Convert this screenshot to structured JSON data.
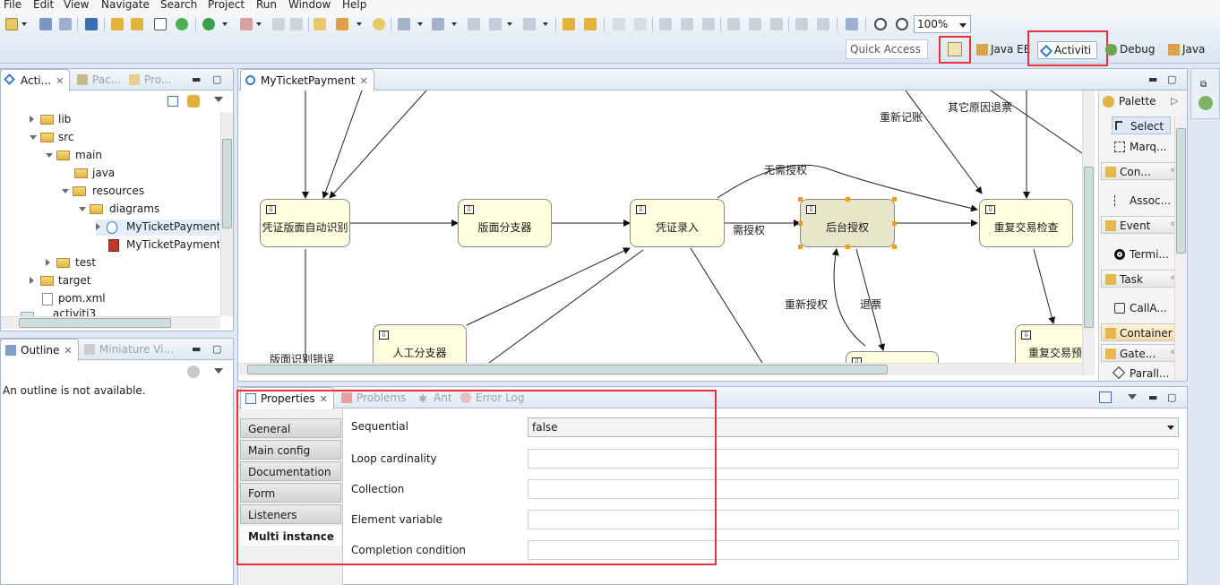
{
  "menu": [
    "File",
    "Edit",
    "View",
    "Navigate",
    "Search",
    "Project",
    "Run",
    "Window",
    "Help"
  ],
  "toolbar": {
    "zoom": "100%"
  },
  "quick_access": "Quick Access",
  "perspectives": [
    {
      "label": "Java EE",
      "icon": "java-ee-icon"
    },
    {
      "label": "Activiti",
      "icon": "activiti-icon"
    },
    {
      "label": "Debug",
      "icon": "debug-icon"
    },
    {
      "label": "Java",
      "icon": "java-icon"
    }
  ],
  "explorer": {
    "tabs": [
      {
        "label": "Acti..."
      },
      {
        "label": "Pac..."
      },
      {
        "label": "Pro..."
      }
    ],
    "tree": [
      {
        "label": "lib"
      },
      {
        "label": "src"
      },
      {
        "label": "main"
      },
      {
        "label": "java"
      },
      {
        "label": "resources"
      },
      {
        "label": "diagrams"
      },
      {
        "label": "MyTicketPayment"
      },
      {
        "label": "MyTicketPayment"
      },
      {
        "label": "test"
      },
      {
        "label": "target"
      },
      {
        "label": "pom.xml"
      },
      {
        "label": "activiti3"
      }
    ]
  },
  "outline": {
    "tabs": [
      {
        "label": "Outline"
      },
      {
        "label": "Miniature Vi..."
      }
    ],
    "message": "An outline is not available."
  },
  "editor": {
    "tab": "MyTicketPayment",
    "nodes": [
      {
        "label": "凭证版面自动识别"
      },
      {
        "label": "版面分支器"
      },
      {
        "label": "凭证录入"
      },
      {
        "label": "后台授权"
      },
      {
        "label": "重复交易检查"
      },
      {
        "label": "人工分支器"
      },
      {
        "label": "重复交易预"
      }
    ],
    "edge_labels": [
      "重新记账",
      "其它原因退票",
      "无需授权",
      "需授权",
      "重新授权",
      "退票",
      "版面识别错误"
    ]
  },
  "palette": {
    "title": "Palette",
    "items": [
      {
        "label": "Select"
      },
      {
        "label": "Marq..."
      },
      {
        "label": "Con..."
      },
      {
        "label": "Assoc..."
      },
      {
        "label": "Event"
      },
      {
        "label": "Termi..."
      },
      {
        "label": "Task"
      },
      {
        "label": "CallA..."
      },
      {
        "label": "Container"
      },
      {
        "label": "Gate..."
      },
      {
        "label": "Parall..."
      }
    ]
  },
  "bottom_tabs": [
    {
      "label": "Properties"
    },
    {
      "label": "Problems"
    },
    {
      "label": "Ant"
    },
    {
      "label": "Error Log"
    }
  ],
  "properties": {
    "sections": [
      "General",
      "Main config",
      "Documentation",
      "Form",
      "Listeners",
      "Multi instance"
    ],
    "fields": [
      {
        "label": "Sequential",
        "value": "false"
      },
      {
        "label": "Loop cardinality",
        "value": ""
      },
      {
        "label": "Collection",
        "value": ""
      },
      {
        "label": "Element variable",
        "value": ""
      },
      {
        "label": "Completion condition",
        "value": ""
      }
    ]
  },
  "colors": {
    "highlight": "#e8333a",
    "node_fill": "#ffffe0",
    "selected_node_fill": "#e8e6c8",
    "handle": "#f39c12"
  }
}
